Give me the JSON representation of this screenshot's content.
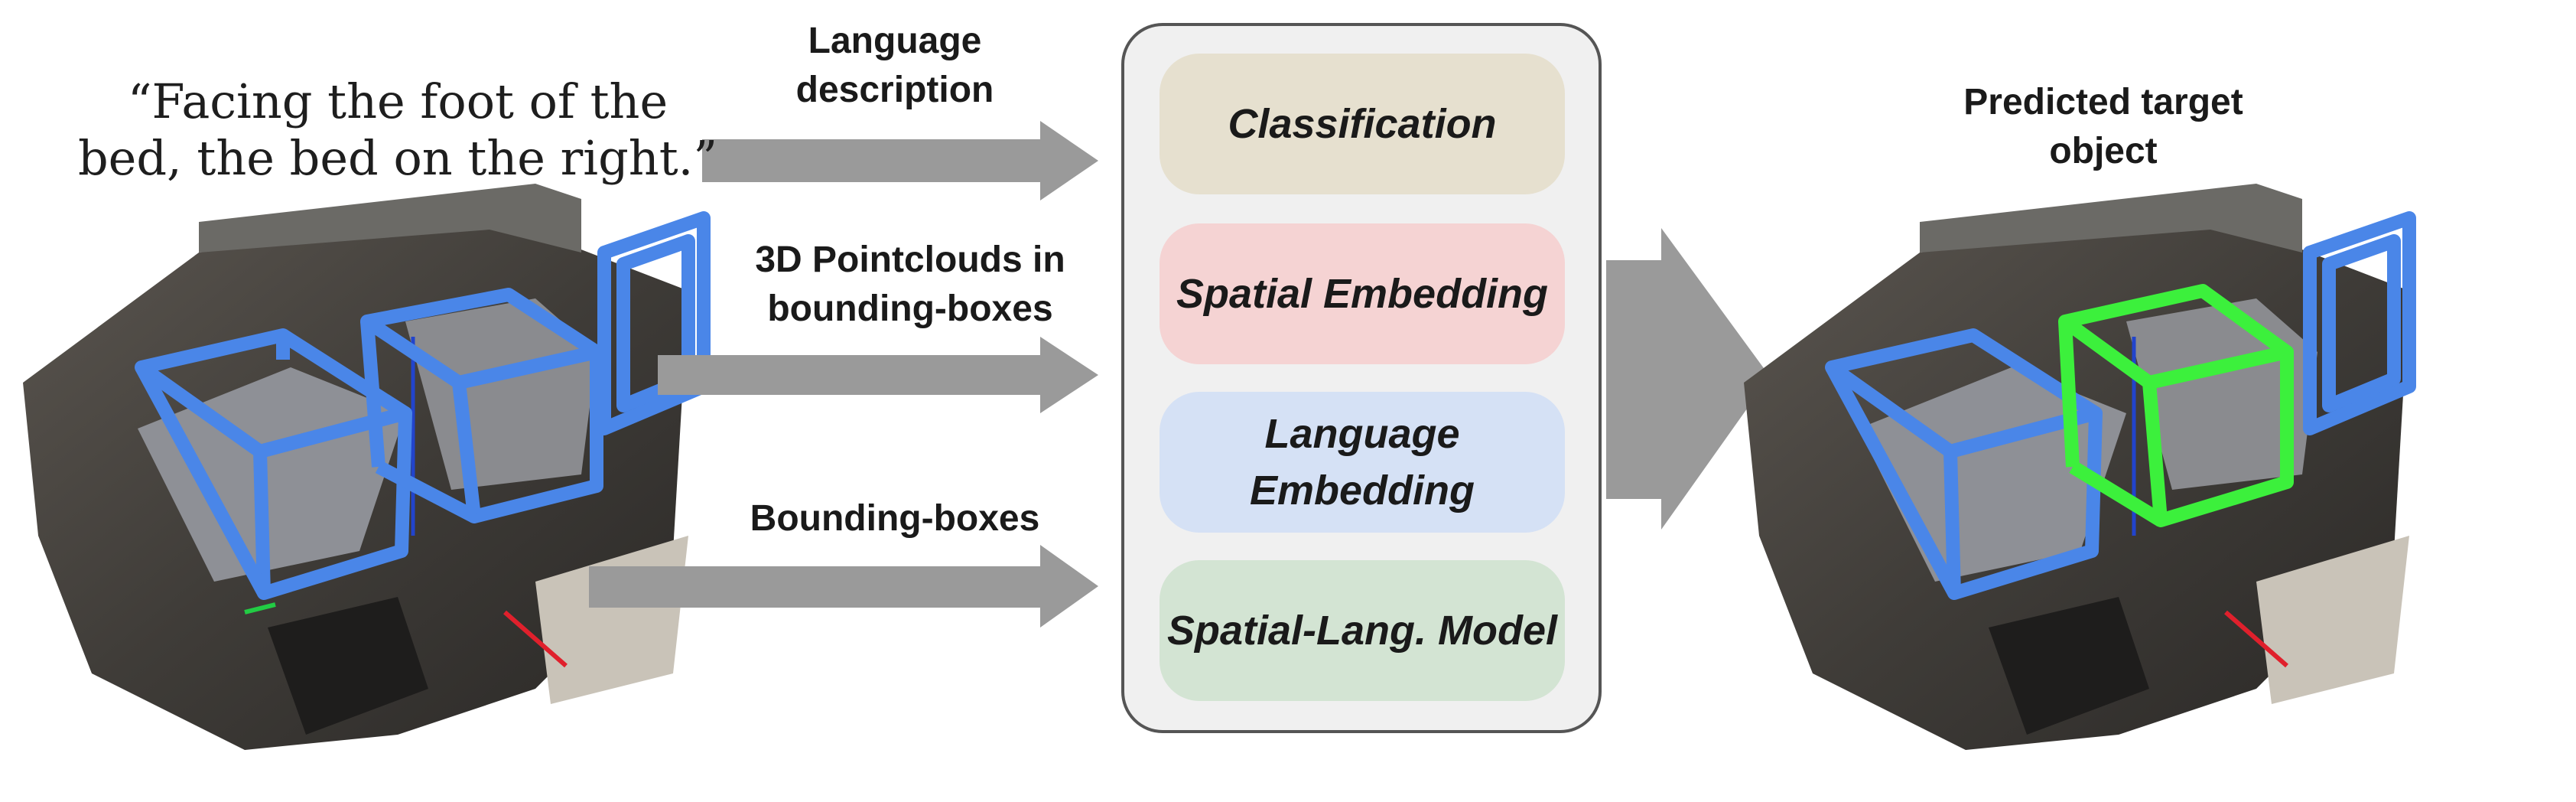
{
  "quote": "“Facing the foot of the bed, the bed on the right.”",
  "inputs": [
    {
      "label": "Language description"
    },
    {
      "label": "3D Pointclouds in bounding-boxes"
    },
    {
      "label": "Bounding-boxes"
    }
  ],
  "modules": [
    {
      "label": "Classification",
      "color": "#e6e0cf"
    },
    {
      "label": "Spatial Embedding",
      "color": "#f5d3d3"
    },
    {
      "label": "Language Embedding",
      "color": "#d5e1f5"
    },
    {
      "label": "Spatial-Lang. Model",
      "color": "#d3e4d3"
    }
  ],
  "output_label": "Predicted target object",
  "colors": {
    "box_blue": "#4a86e8",
    "box_green": "#3cf03c",
    "arrow_gray": "#9a9a9a",
    "panel_border": "#555555"
  }
}
